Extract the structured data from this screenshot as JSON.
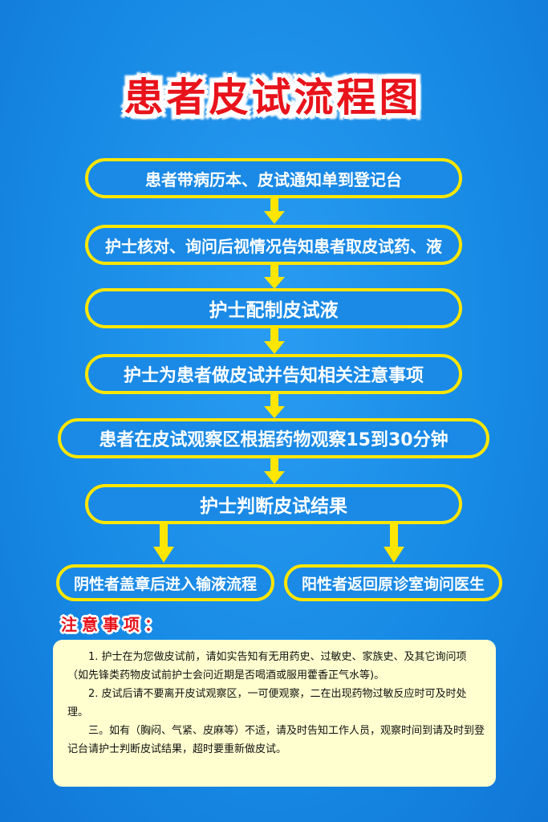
{
  "title": "患者皮试流程图",
  "steps": [
    "患者带病历本、皮试通知单到登记台",
    "护士核对、询问后视情况告知患者取皮试药、液",
    "护士配制皮试液",
    "护士为患者做皮试并告知相关注意事项",
    "患者在皮试观察区根据药物观察15到30分钟",
    "护士判断皮试结果"
  ],
  "branches": {
    "negative": "阴性者盖章后进入输液流程",
    "positive": "阳性者返回原诊室询问医生"
  },
  "notes": {
    "heading": "注意事项：",
    "items": [
      "1. 护士在为您做皮试前，请如实告知有无用药史、过敏史、家族史、及其它询问项（如先锋类药物皮试前护士会问近期是否喝酒或服用藿香正气水等)。",
      "2. 皮试后请不要离开皮试观察区，一可便观察，二在出现药物过敏反应时可及时处理。",
      "三。如有（胸闷、气紧、皮麻等）不适，请及时告知工作人员，观察时间到请及时到登记台请护士判断皮试结果，超时要重新做皮试。"
    ]
  },
  "colors": {
    "background": "#1a8fe8",
    "border": "#ffe600",
    "arrow": "#ffe600",
    "title": "#e8131b",
    "notes_bg": "#ffffd0"
  }
}
